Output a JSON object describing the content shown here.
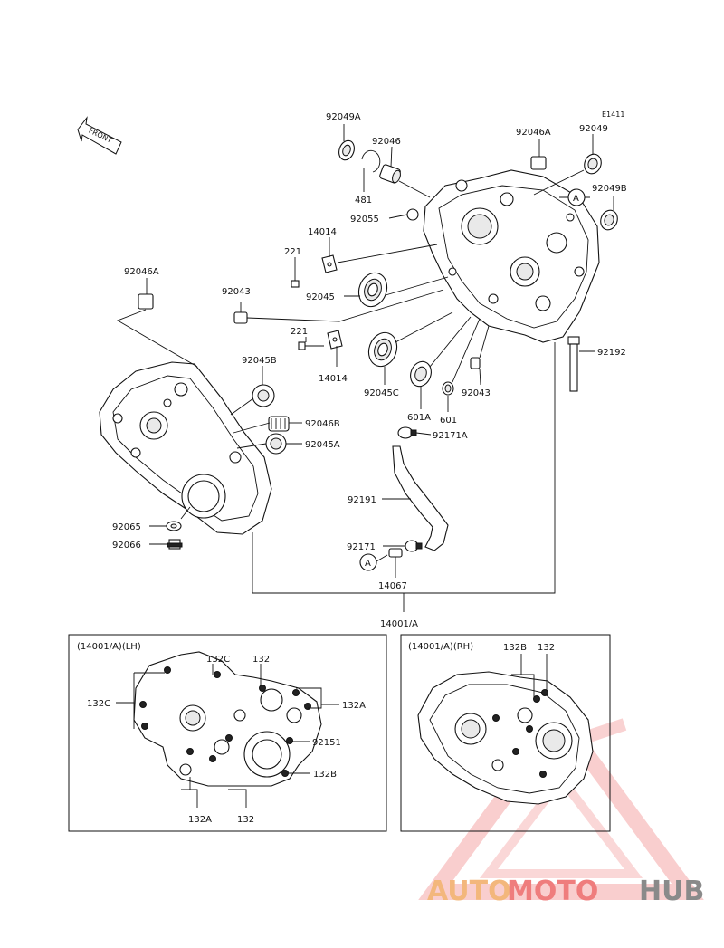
{
  "diagram": {
    "code": "E1411",
    "front_label": "FRONT",
    "callout_a": "A",
    "parts": {
      "p92049A": "92049A",
      "p92046": "92046",
      "p481": "481",
      "p92055": "92055",
      "p92046A_top": "92046A",
      "p92049": "92049",
      "p92049B": "92049B",
      "p14014_top": "14014",
      "p221_top": "221",
      "p92045": "92045",
      "p92046A_left": "92046A",
      "p92043_left": "92043",
      "p221_mid": "221",
      "p14014_mid": "14014",
      "p92045C": "92045C",
      "p601A": "601A",
      "p601": "601",
      "p92043_right": "92043",
      "p92192": "92192",
      "p92045B": "92045B",
      "p92046B": "92046B",
      "p92045A": "92045A",
      "p92171A": "92171A",
      "p92191": "92191",
      "p92065": "92065",
      "p92066": "92066",
      "p92171": "92171",
      "p14067": "14067",
      "p14001A": "14001/A"
    },
    "lh_box": {
      "title": "(14001/A)(LH)",
      "labels": {
        "l132C_top": "132C",
        "l132_top": "132",
        "l132C_left": "132C",
        "l132A_right": "132A",
        "l92151": "92151",
        "l132B": "132B",
        "l132A_bottom": "132A",
        "l132_bottom": "132"
      }
    },
    "rh_box": {
      "title": "(14001/A)(RH)",
      "labels": {
        "r132B": "132B",
        "r132": "132"
      }
    }
  },
  "watermark": {
    "word_auto": "AUTO",
    "word_moto": "MOTO",
    "word_hub": "HUB",
    "colors": {
      "orange": "#f3b77c",
      "red": "#ef7d7d",
      "gray": "#8a8a8a"
    }
  }
}
